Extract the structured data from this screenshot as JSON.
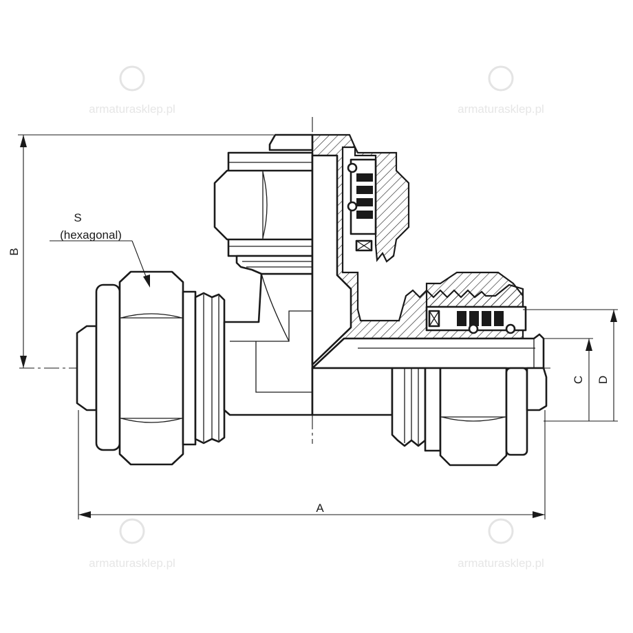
{
  "labels": {
    "S": "S",
    "hexagonal": "(hexagonal)",
    "A": "A",
    "B": "B",
    "C": "C",
    "D": "D"
  },
  "watermark": {
    "site": "armaturasklep.pl"
  },
  "colors": {
    "line": "#1a1a1a",
    "background": "#ffffff",
    "watermark": "#e6e6e6"
  }
}
